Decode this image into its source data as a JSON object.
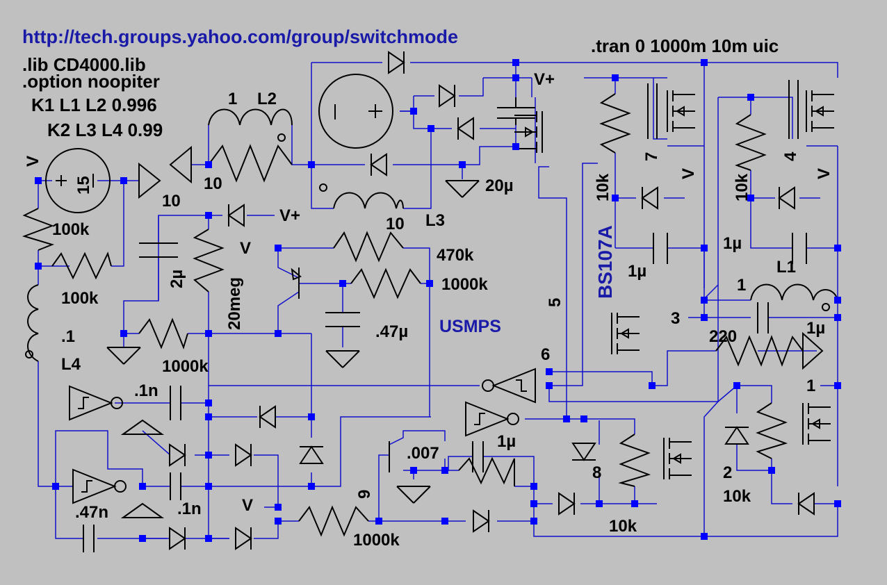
{
  "colors": {
    "background": "#c0c0c0",
    "wire": "#1010cc",
    "junction": "#0000ff",
    "component": "#000000",
    "label_accent": "#1a1aa8"
  },
  "directives": {
    "url": "http://tech.groups.yahoo.com/group/switchmode",
    "lib": ".lib CD4000.lib",
    "option": ".option noopiter",
    "k1": "K1 L1 L2 0.996",
    "k2": "K2 L3 L4 0.99",
    "tran": ".tran 0 1000m 10m uic"
  },
  "source": {
    "name": "V",
    "value": "15"
  },
  "labels": {
    "r100k_a": "100k",
    "r100k_b": "100k",
    "l4_val": ".1",
    "l4_name": "L4",
    "l2_num": "1",
    "l2_name": "L2",
    "node10_a": "10",
    "node10_b": "10",
    "cap2u": "2µ",
    "r20meg": "20meg",
    "r1000k_a": "1000k",
    "vplus_a": "V+",
    "vplus_b": "V+",
    "v_q1": "V",
    "l3_num": "10",
    "l3_name": "L3",
    "c20u": "20µ",
    "r470k": "470k",
    "r1000k_b": "1000k",
    "c047u": ".47µ",
    "usmps": "USMPS",
    "bs107a": "BS107A",
    "r10k_a": "10k",
    "n7": "7",
    "v_a": "V",
    "r10k_b": "10k",
    "n4": "4",
    "v_b": "V",
    "c1u_a": "1µ",
    "c1u_b": "1µ",
    "n5": "5",
    "l1_num": "1",
    "l1_name": "L1",
    "n3": "3",
    "r220": "220",
    "c1u_c": "1µ",
    "n6": "6",
    "n1": "1",
    "c01n_a": ".1n",
    "c1u_d": "1µ",
    "c007": ".007",
    "n8": "8",
    "n2": "2",
    "r10k_c": "10k",
    "c047n": ".47n",
    "c01n_b": ".1n",
    "v_c": "V",
    "n9": "9",
    "r1000k_c": "1000k",
    "r10k_d": "10k"
  }
}
